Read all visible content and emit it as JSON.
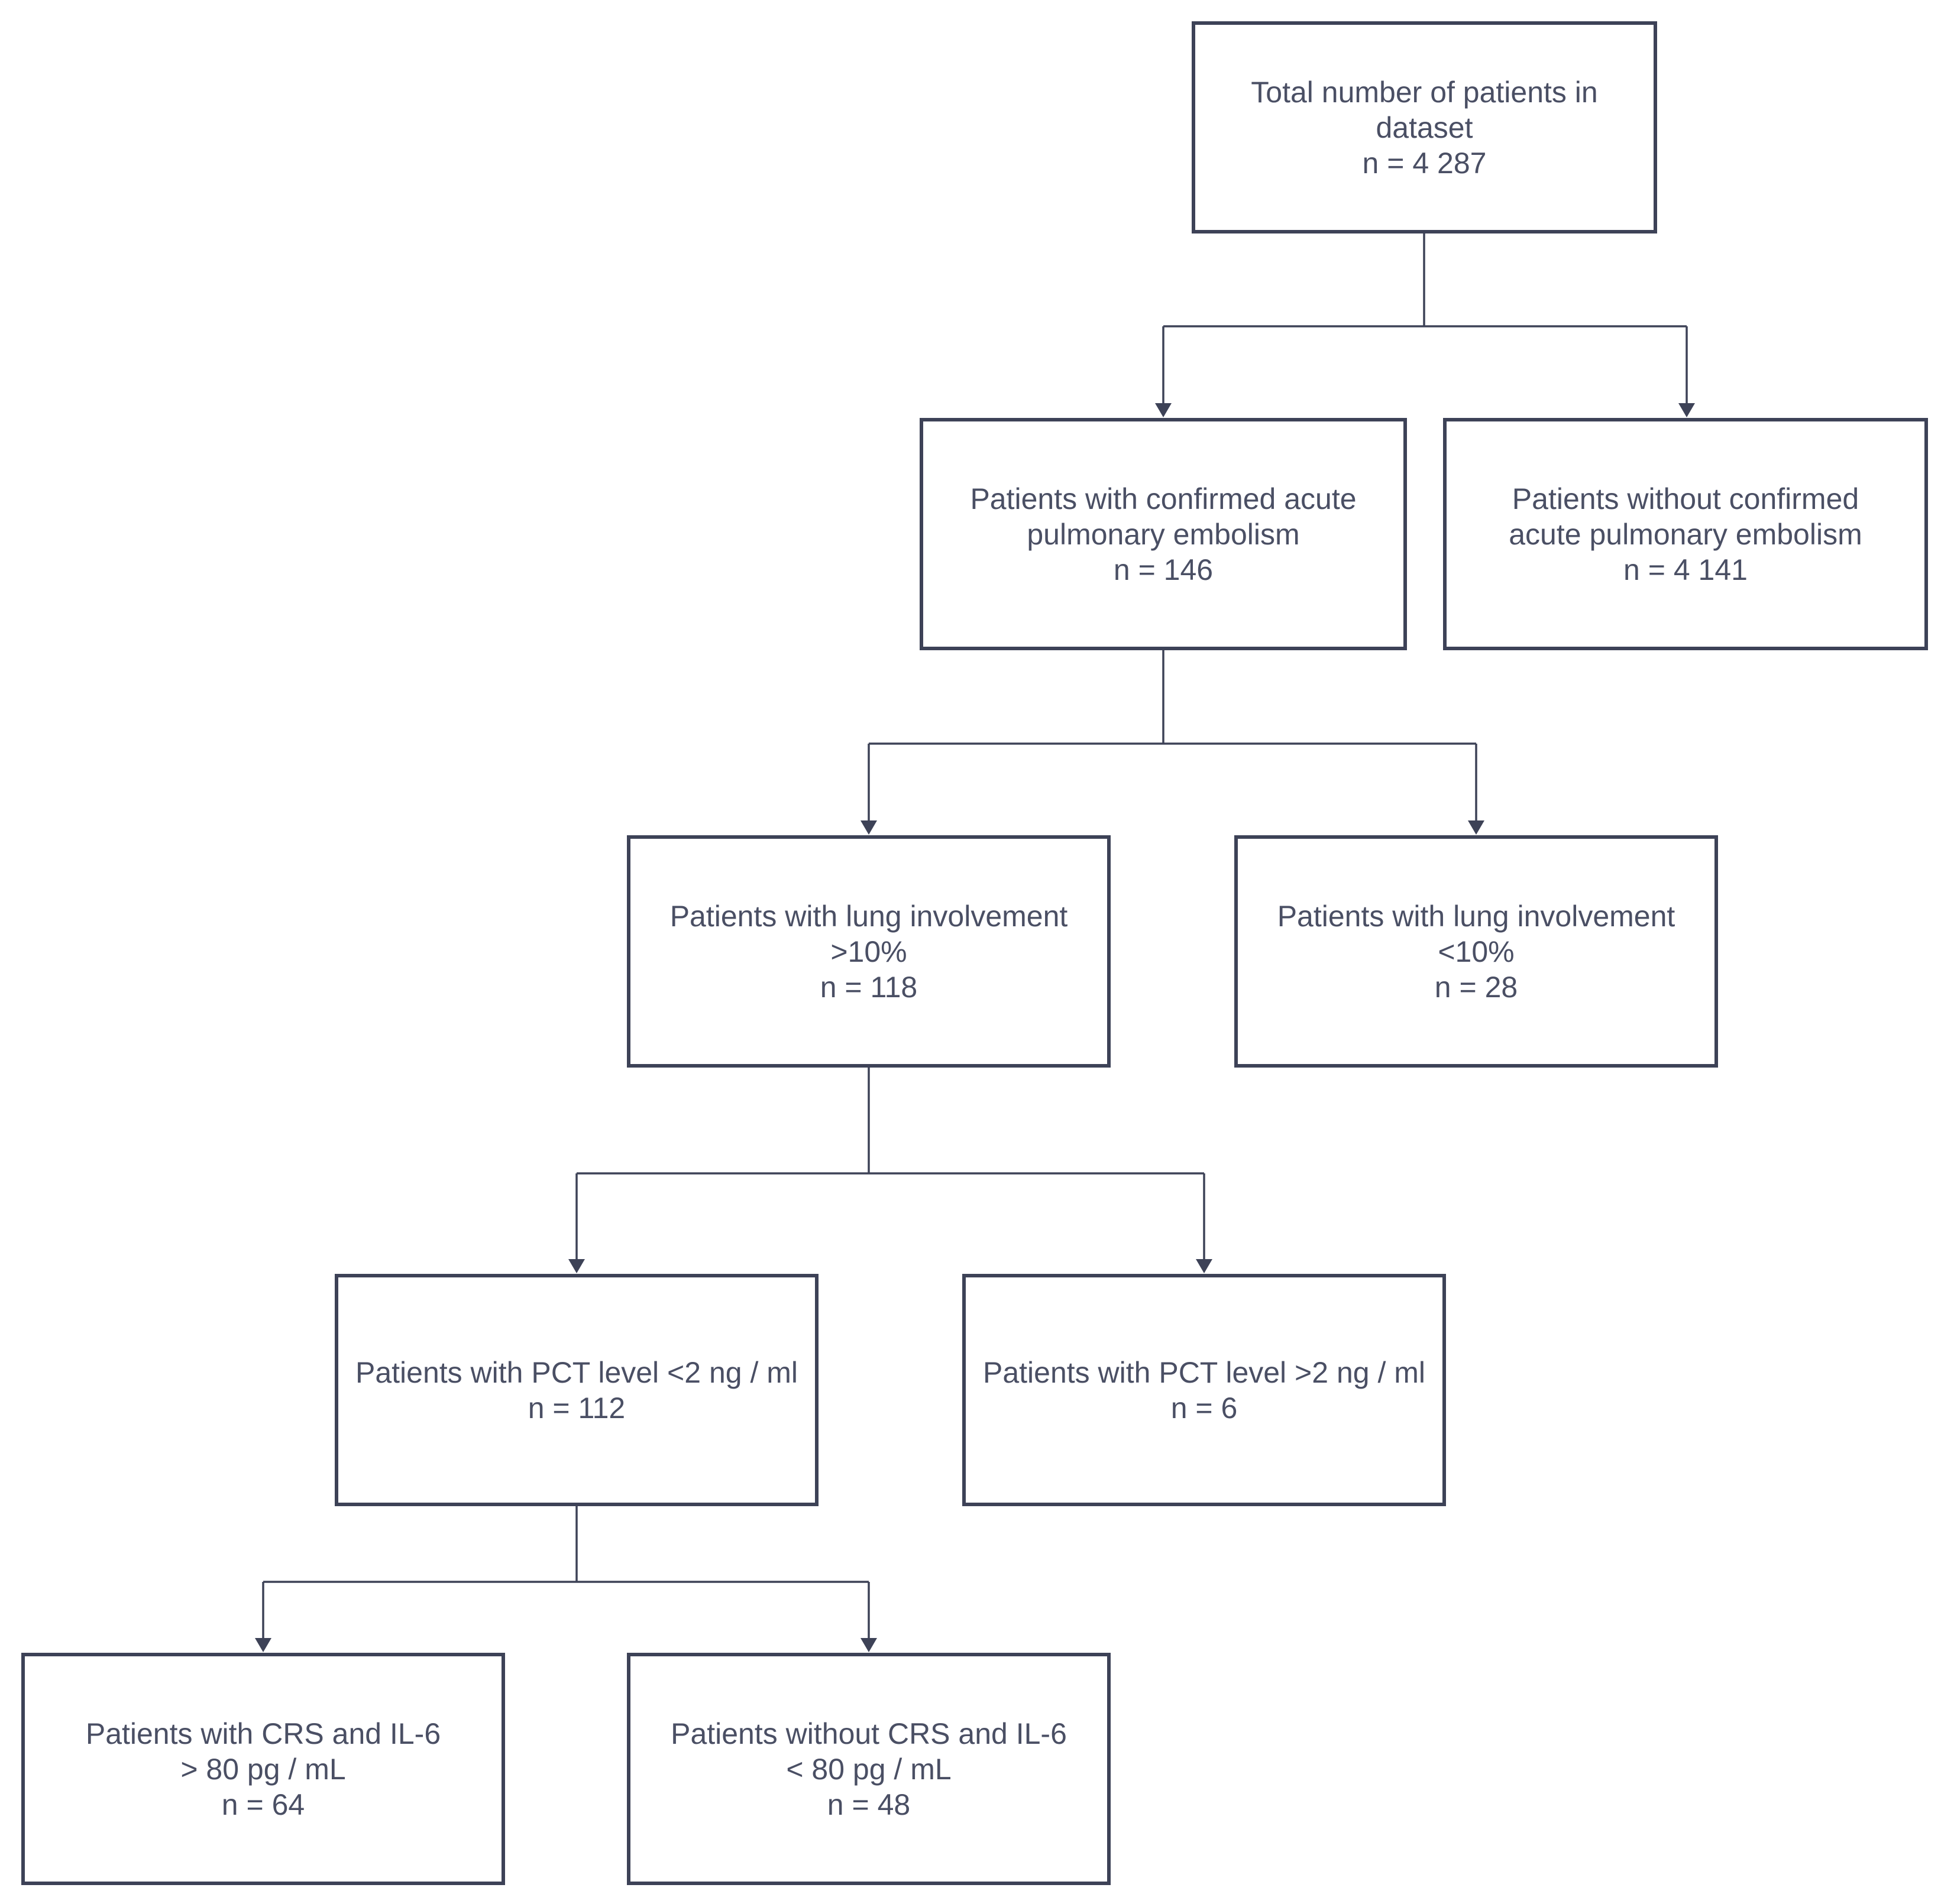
{
  "colors": {
    "border": "#3d4257",
    "text": "#4a4f64",
    "connector": "#3d4257",
    "background": "#ffffff"
  },
  "nodes": {
    "total": {
      "line1": "Total number of patients in",
      "line2": "dataset",
      "count": "n = 4 287"
    },
    "confirmed_pe": {
      "line1": "Patients with confirmed acute",
      "line2": "pulmonary embolism",
      "count": "n = 146"
    },
    "no_confirmed_pe": {
      "line1": "Patients without confirmed",
      "line2": "acute pulmonary embolism",
      "count": "n = 4 141"
    },
    "lung_gt10": {
      "line1": "Patients with lung involvement",
      "line2": ">10%",
      "count": "n = 118"
    },
    "lung_lt10": {
      "line1": "Patients with lung involvement",
      "line2": "<10%",
      "count": "n = 28"
    },
    "pct_lt2": {
      "line1": "Patients with PCT level <2 ng / ml",
      "count": "n = 112"
    },
    "pct_gt2": {
      "line1": "Patients with PCT level >2 ng / ml",
      "count": "n = 6"
    },
    "crs_il6": {
      "line1": "Patients with CRS and IL-6",
      "line2": "> 80 pg / mL",
      "count": "n = 64"
    },
    "no_crs_il6": {
      "line1": "Patients without CRS and IL-6",
      "line2": "< 80 pg / mL",
      "count": "n = 48"
    }
  }
}
